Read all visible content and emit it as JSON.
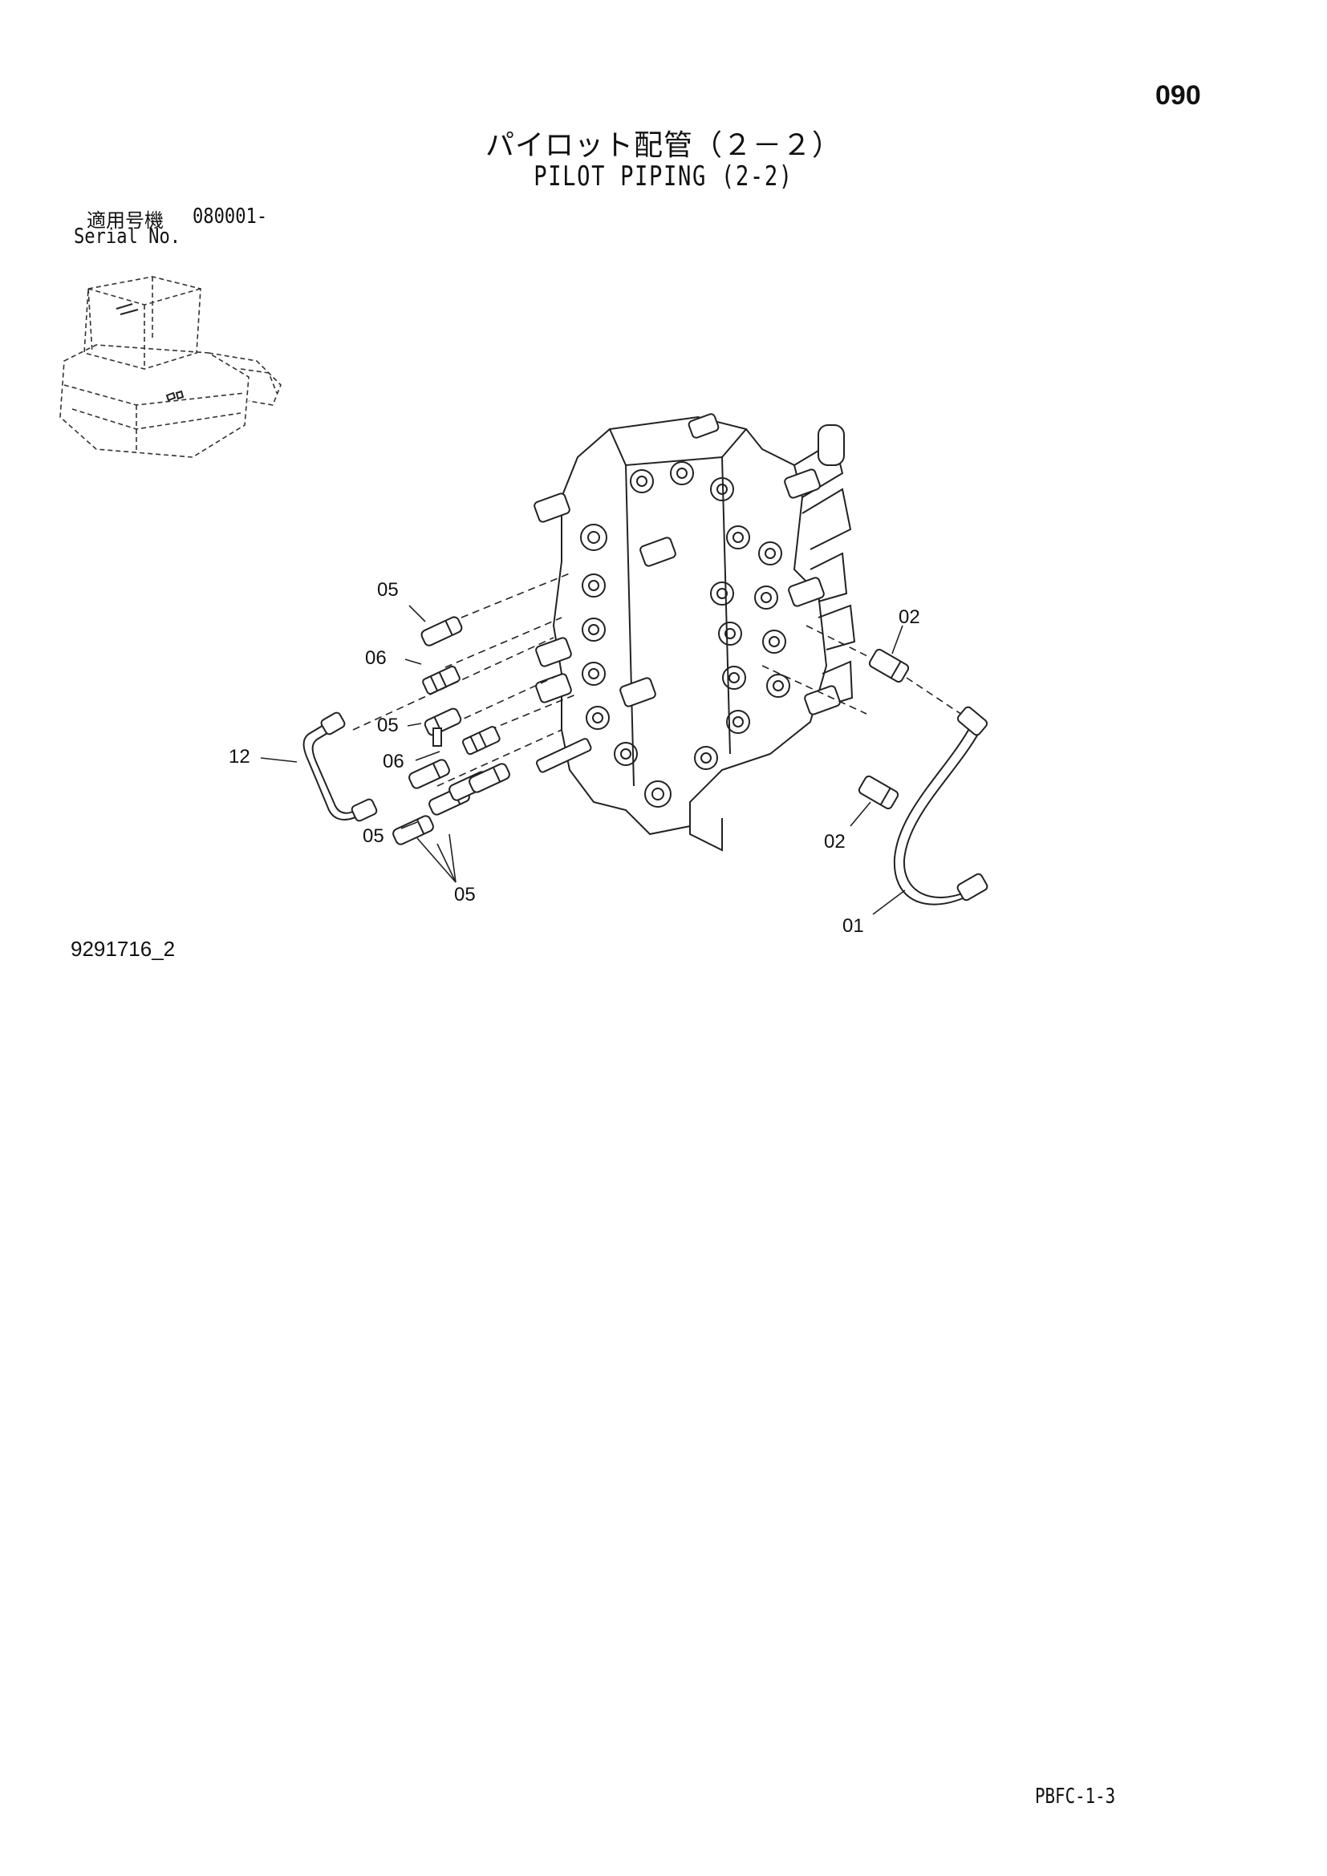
{
  "page_number": "090",
  "title_jp": "パイロット配管（２－２）",
  "title_en": "PILOT PIPING (2-2)",
  "serial_label_jp": "適用号機",
  "serial_range": "080001-",
  "serial_label_en": "Serial No.",
  "callouts": [
    "05",
    "06",
    "05",
    "06",
    "12",
    "05",
    "05",
    "02",
    "02",
    "01"
  ],
  "drawing_code": "9291716_2",
  "footer_code": "PBFC-1-3"
}
